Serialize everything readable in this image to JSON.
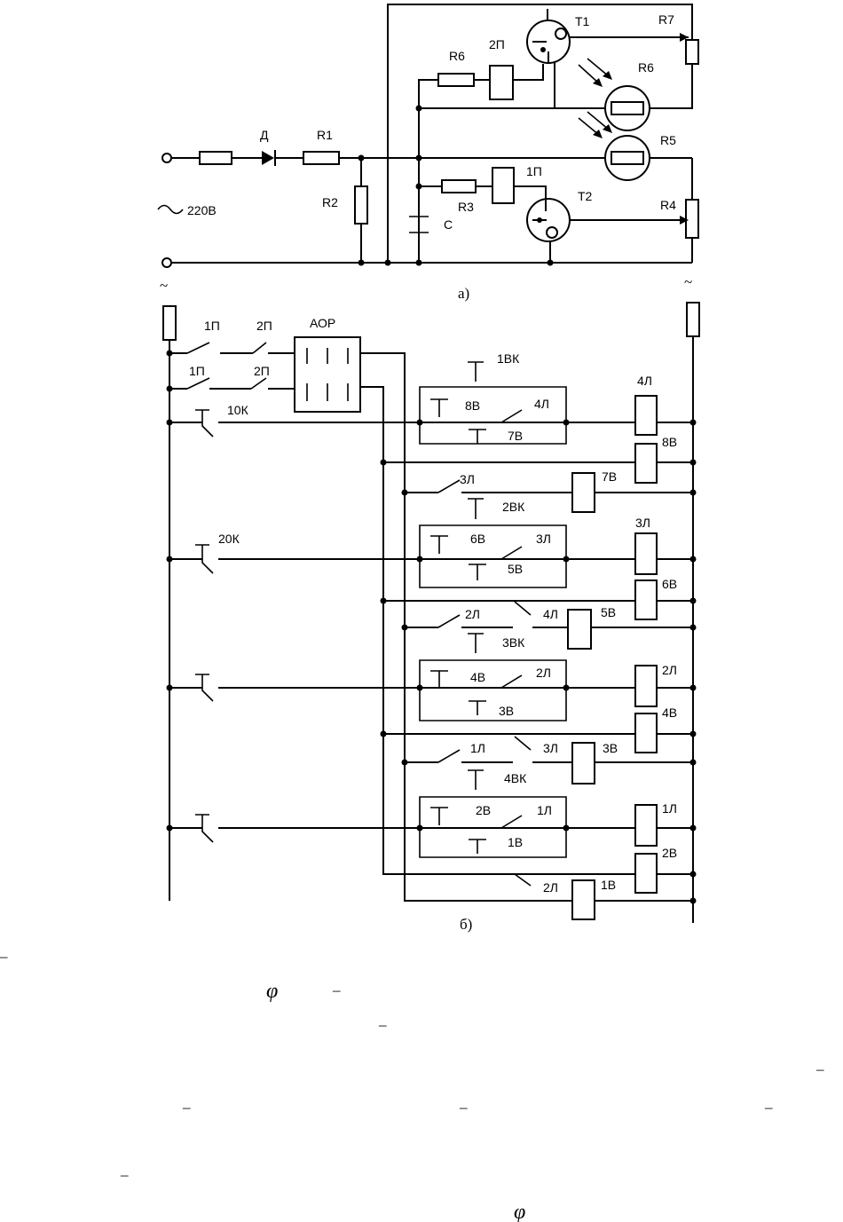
{
  "diagram_a": {
    "caption": "а)",
    "supply_label": "220В",
    "components": {
      "diode": "Д",
      "r1": "R1",
      "r2": "R2",
      "cap": "C",
      "r3": "R3",
      "r4": "R4",
      "r5": "R5",
      "r6_top": "R6",
      "r6_lamp": "R6",
      "r7": "R7",
      "t1": "T1",
      "t2": "T2",
      "relay_2p": "2П",
      "relay_1p": "1П"
    }
  },
  "diagram_b": {
    "caption": "б)",
    "ac_left": "~",
    "ac_right": "~",
    "aor": "АОР",
    "contacts_top": {
      "c1p_a": "1П",
      "c2p_a": "2П",
      "c1p_b": "1П",
      "c2p_b": "2П"
    },
    "buttons": {
      "b10k": "10К",
      "b20k": "20К"
    },
    "sections": [
      {
        "vk": "1ВК",
        "vx": "8В",
        "lx": "4Л",
        "vy": "7В"
      },
      {
        "vk": "2ВК",
        "vx": "6В",
        "lx": "3Л",
        "vy": "5В"
      },
      {
        "vk": "3ВК",
        "vx": "4В",
        "lx": "2Л",
        "vy": "3В"
      },
      {
        "vk": "4ВК",
        "vx": "2В",
        "lx": "1Л",
        "vy": "1В"
      }
    ],
    "coils": {
      "c4l": "4Л",
      "c8v": "8В",
      "c7v": "7В",
      "c3l": "3Л",
      "c6v": "6В",
      "c5v": "5В",
      "c2l": "2Л",
      "c4v": "4В",
      "c3v": "3В",
      "c1l": "1Л",
      "c2v": "2В",
      "c1v": "1В"
    },
    "cross_contacts": {
      "r1_a": "3Л",
      "r2_a": "2Л",
      "r2_b": "4Л",
      "r3_a": "1Л",
      "r3_b": "3Л",
      "r4_b": "2Л"
    }
  },
  "text_fragments": {
    "dash1": "–",
    "phi1": "φ",
    "dash2": "–",
    "dash3": "–",
    "dash4": "–",
    "dash5": "–",
    "dash6": "–",
    "dash7": "–",
    "dash8": "–",
    "phi2": "φ"
  }
}
